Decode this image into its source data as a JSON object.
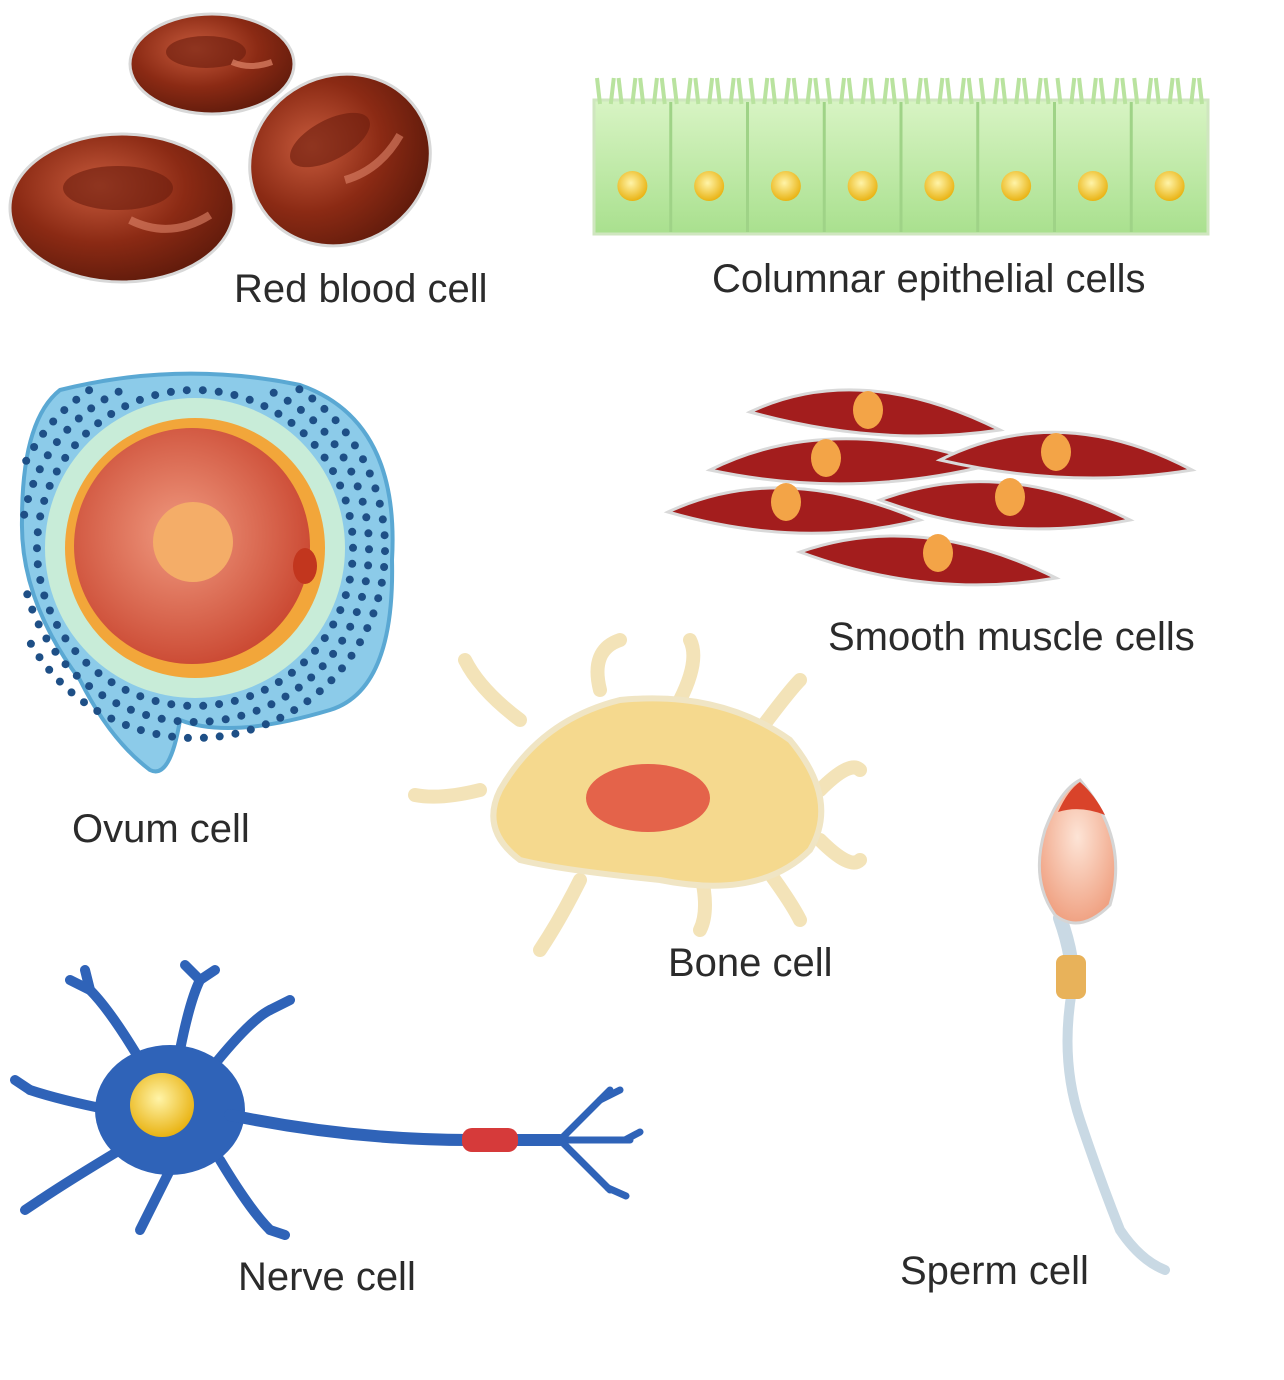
{
  "labels": {
    "red_blood_cell": "Red blood cell",
    "columnar_epithelial_cells": "Columnar epithelial cells",
    "ovum_cell": "Ovum cell",
    "smooth_muscle_cells": "Smooth muscle cells",
    "bone_cell": "Bone cell",
    "nerve_cell": "Nerve cell",
    "sperm_cell": "Sperm cell"
  },
  "colors": {
    "red_blood_cell": "#8b2a14",
    "epithelial": "#bfeaa8",
    "epithelial_nucleus": "#f2d21b",
    "ovum_outer": "#6bb8e0",
    "ovum_zona": "#c8ecd8",
    "ovum_cytoplasm": "#d9614a",
    "ovum_nucleus": "#f2a35c",
    "muscle": "#a31d1d",
    "muscle_nucleus": "#f3a447",
    "bone": "#f5d98e",
    "bone_nucleus": "#e4634a",
    "nerve": "#2f63b8",
    "nerve_nucleus": "#f2c21b",
    "myelin": "#d63a3a",
    "sperm_head": "#f5b8a0",
    "sperm_acrosome": "#d9432a",
    "sperm_tail": "#c9d9e4",
    "sperm_midpiece": "#e8b25a"
  }
}
